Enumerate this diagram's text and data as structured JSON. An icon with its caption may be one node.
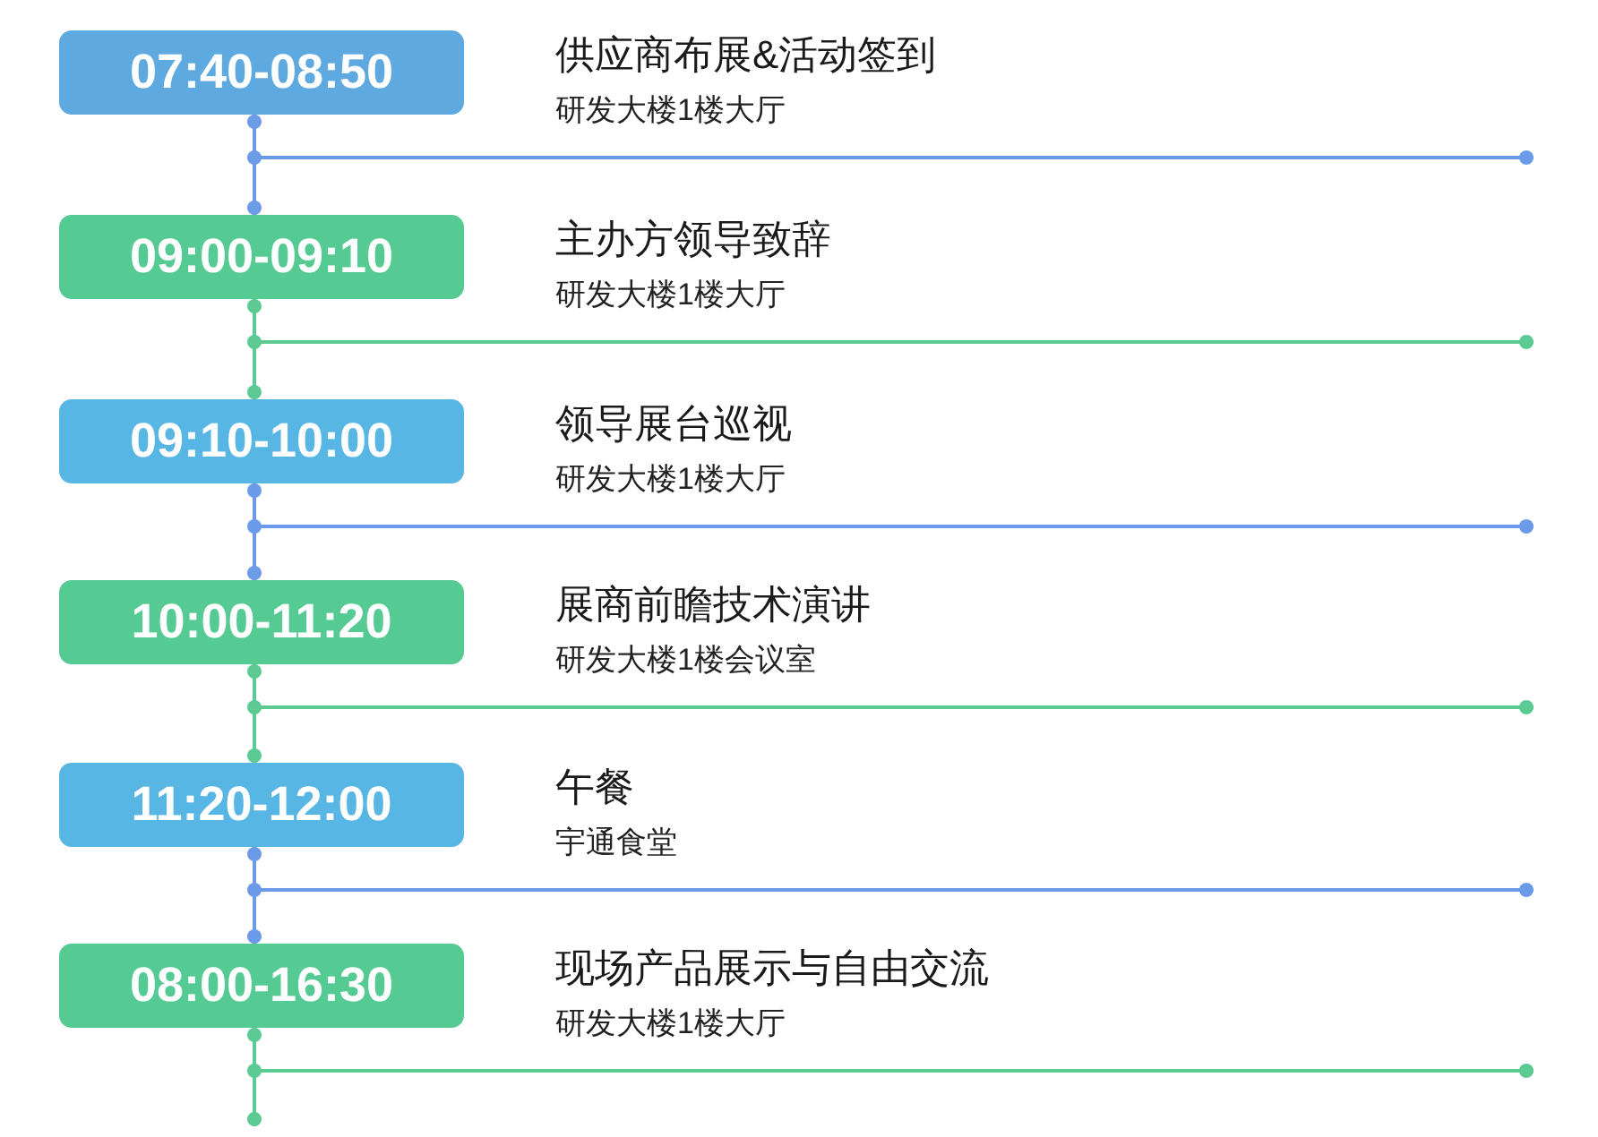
{
  "diagram": {
    "nodes": [
      {
        "text": [
          "07:40-08:50"
        ],
        "beside": [
          "供应商布展&活动签到",
          "研发大楼1楼大厅"
        ]
      },
      {
        "text": [
          "09:00-09:10"
        ],
        "beside": [
          "主办方领导致辞",
          "研发大楼1楼大厅"
        ]
      },
      {
        "text": [
          "09:10-10:00"
        ],
        "beside": [
          "领导展台巡视",
          "研发大楼1楼大厅"
        ]
      },
      {
        "text": [
          "10:00-11:20"
        ],
        "beside": [
          "展商前瞻技术演讲",
          "研发大楼1楼会议室"
        ]
      },
      {
        "text": [
          "11:20-12:00"
        ],
        "beside": [
          "午餐",
          "宇通食堂"
        ]
      },
      {
        "text": [
          "08:00-16:30"
        ],
        "beside": [
          "现场产品展示与自由交流",
          "研发大楼1楼大厅"
        ]
      }
    ],
    "edges": [
      {
        "from": 0,
        "to": 1,
        "arrow": "other",
        "color": "#6b9be8"
      },
      {
        "from": 1,
        "to": 2,
        "arrow": "other",
        "color": "#5ccb93"
      },
      {
        "from": 2,
        "to": 3,
        "arrow": "other",
        "color": "#6b9be8"
      },
      {
        "from": 3,
        "to": 4,
        "arrow": "other",
        "color": "#5ccb93"
      },
      {
        "from": 4,
        "to": 5,
        "arrow": "other",
        "color": "#6b9be8"
      },
      {
        "from": 5,
        "to": null,
        "arrow": "other",
        "color": "#5ccb93"
      }
    ]
  }
}
